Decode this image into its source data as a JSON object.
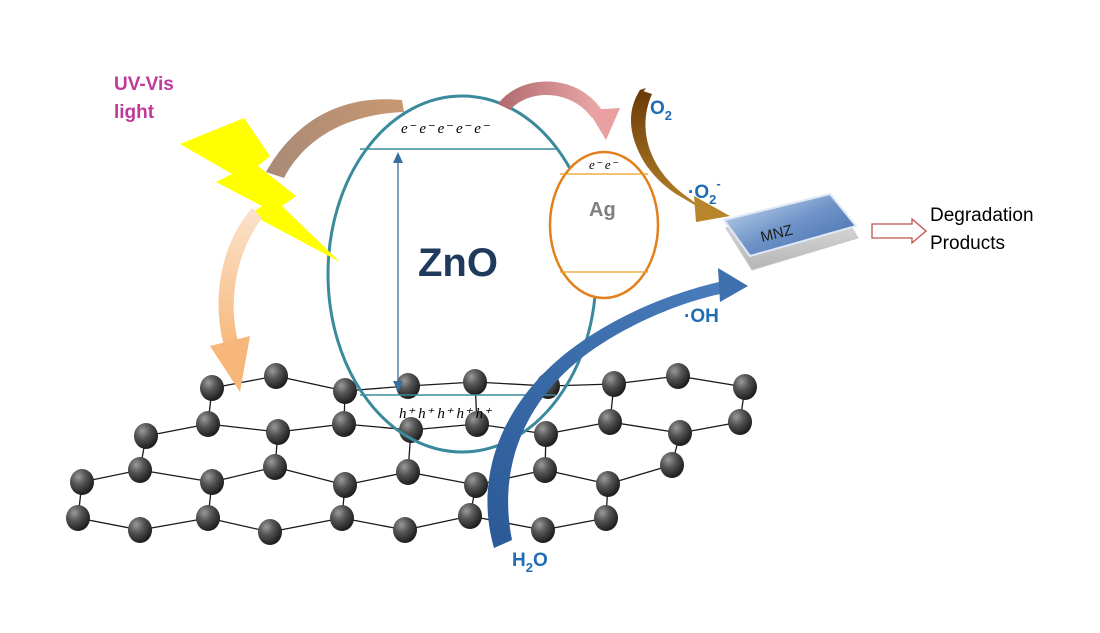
{
  "light_label": [
    "UV-Vis",
    "light"
  ],
  "zno_label": "ZnO",
  "zno_electrons": "e⁻ e⁻ e⁻ e⁻ e⁻",
  "zno_holes": "h⁺ h⁺ h⁺ h⁺ h⁺",
  "ag_label": "Ag",
  "ag_electrons": "e⁻ e⁻",
  "o2_label": {
    "base": "O",
    "sub": "2"
  },
  "superoxide_label": {
    "dot": "·O",
    "sub": "2",
    "sup": "-"
  },
  "hydroxyl_label": "·OH",
  "water_label": {
    "base": "H",
    "sub": "2",
    "tail": "O"
  },
  "pollutant_label": "MNZ",
  "products_label": [
    "Degradation",
    "Products"
  ],
  "colors": {
    "zno_outline": "#3a8a9c",
    "ag_outline": "#e2801c",
    "lightning": "#ffff00",
    "atom": "#4a4a4a",
    "blue_arrow": "#2f5f9a",
    "brown_arrow": "#8a5a1a",
    "pink_arrow": "#c98080",
    "peach_arrow": "#f7c08c",
    "tan_arrow": "#c99870"
  }
}
